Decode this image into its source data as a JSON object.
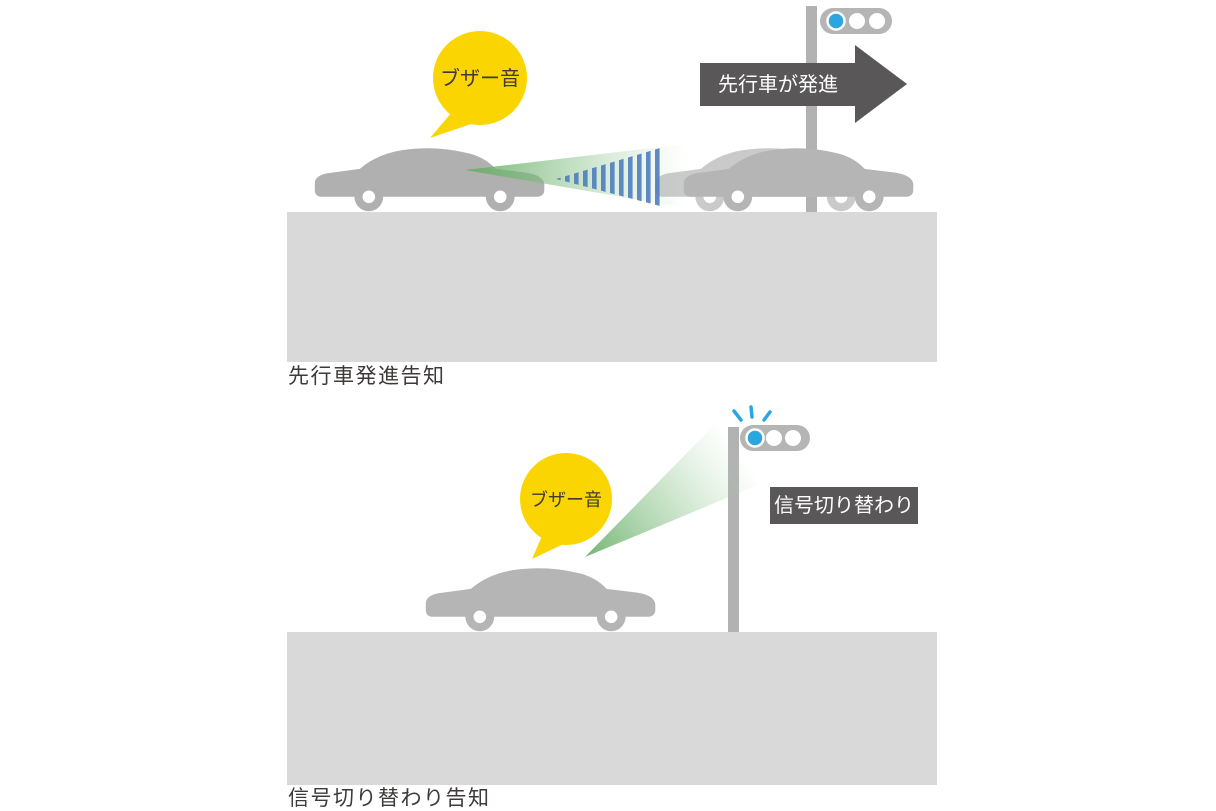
{
  "scene1": {
    "caption": "先行車発進告知",
    "bubble_label": "ブザー音",
    "arrow_label": "先行車が発進",
    "traffic_light_lights": [
      "blue-on",
      "off",
      "off"
    ]
  },
  "scene2": {
    "caption": "信号切り替わり告知",
    "bubble_label": "ブザー音",
    "sign_label": "信号切り替わり",
    "traffic_light_lights": [
      "blue-flashing",
      "off",
      "off"
    ]
  },
  "icons": {
    "speech_bubble": "buzzer-speech-bubble",
    "sensor_cone": "front-sensor-cone",
    "radar_waves": "radar-wave-stripes",
    "traffic_light": "horizontal-traffic-light",
    "departure_arrow": "right-arrow",
    "signal_flash": "flash-sparkle"
  },
  "colors": {
    "bubble_yellow": "#fbd502",
    "car_gray": "#b5b5b6",
    "ghost_car_gray": "#cacacb",
    "ground_gray": "#d9d9da",
    "dark_label_gray": "#595757",
    "signal_blue": "#2ca6e0",
    "cone_green": "#6fb26f",
    "radar_blue": "#4f7dbf",
    "caption_text": "#3e3a39"
  }
}
